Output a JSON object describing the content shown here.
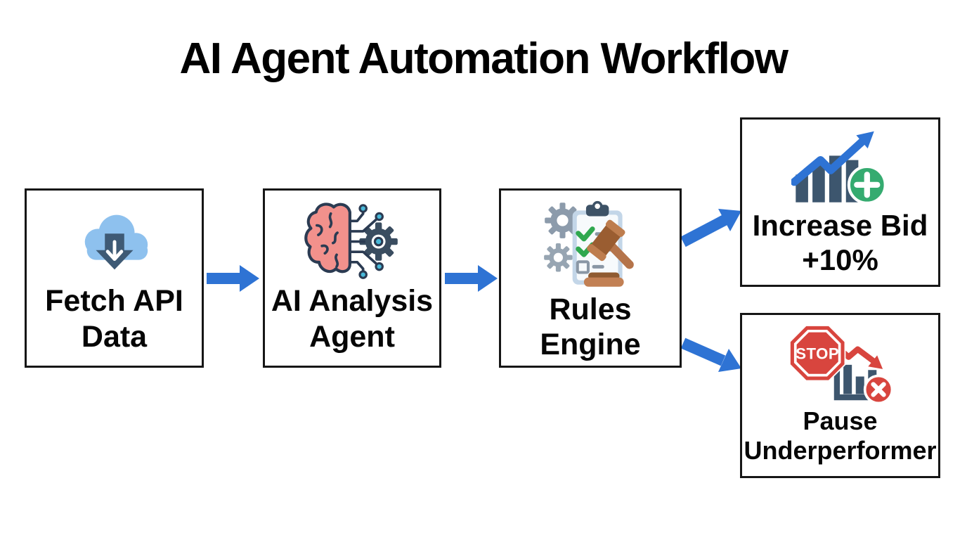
{
  "title": "AI Agent Automation Workflow",
  "palette": {
    "arrow_blue": "#2E73D4",
    "box_border": "#161616",
    "background": "#FFFFFF",
    "text_black": "#060606",
    "cloud_blue": "#8EC1EE",
    "download_slate": "#3E5A75",
    "brain_salmon": "#F2918C",
    "outline_navy": "#2B3B52",
    "circuit_node_cyan": "#49B9D9",
    "gear_slate": "#3A4D60",
    "gear_gray": "#8C9BAB",
    "clipboard_frame": "#C3D6E8",
    "clip_slate": "#3D5266",
    "check_green": "#2FA84F",
    "list_line_gray": "#8A97A5",
    "gavel_brown_dark": "#9A5D31",
    "gavel_brown_light": "#BE7D4E",
    "bar_chart_slate": "#3D566E",
    "plus_green": "#35AB70",
    "stop_red": "#D8453E"
  },
  "nodes": [
    {
      "id": "fetch-api-data",
      "line1": "Fetch API",
      "line2": "Data",
      "icon": "cloud-download-icon"
    },
    {
      "id": "ai-analysis-agent",
      "line1": "AI Analysis",
      "line2": "Agent",
      "icon": "brain-circuit-gear-icon"
    },
    {
      "id": "rules-engine",
      "line1": "Rules",
      "line2": "Engine",
      "icon": "checklist-gears-gavel-icon"
    },
    {
      "id": "increase-bid",
      "line1": "Increase Bid",
      "line2": "+10%",
      "icon": "bar-chart-increase-plus-icon"
    },
    {
      "id": "pause-underperformer",
      "line1": "Pause",
      "line2": "Underperformer",
      "icon": "stop-sign-declining-chart-icon"
    }
  ],
  "icon_text": {
    "stop_sign": "STOP"
  },
  "edges": [
    {
      "from": "fetch-api-data",
      "to": "ai-analysis-agent",
      "direction": "right"
    },
    {
      "from": "ai-analysis-agent",
      "to": "rules-engine",
      "direction": "right"
    },
    {
      "from": "rules-engine",
      "to": "increase-bid",
      "direction": "up-right"
    },
    {
      "from": "rules-engine",
      "to": "pause-underperformer",
      "direction": "down-right"
    }
  ]
}
